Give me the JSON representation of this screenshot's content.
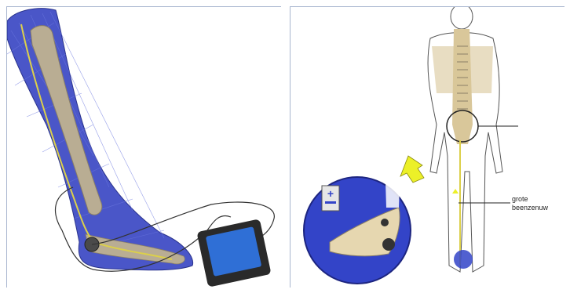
{
  "illustration_left": {
    "subject": "leg with nerve stimulation device"
  },
  "illustration_right": {
    "subject": "human figure with spine and sciatic nerve",
    "labels": {
      "line1": "grote",
      "line2": "beenzenuw"
    },
    "colors": {
      "spine": "#d9c79a",
      "circle_fill": "#3344c8",
      "arrow": "#ecf028"
    }
  },
  "colors": {
    "leg_mesh": "#4a56c8",
    "bone": "#b9ad93",
    "nerve": "#dcd04a",
    "device_screen": "#2f6fd6"
  }
}
